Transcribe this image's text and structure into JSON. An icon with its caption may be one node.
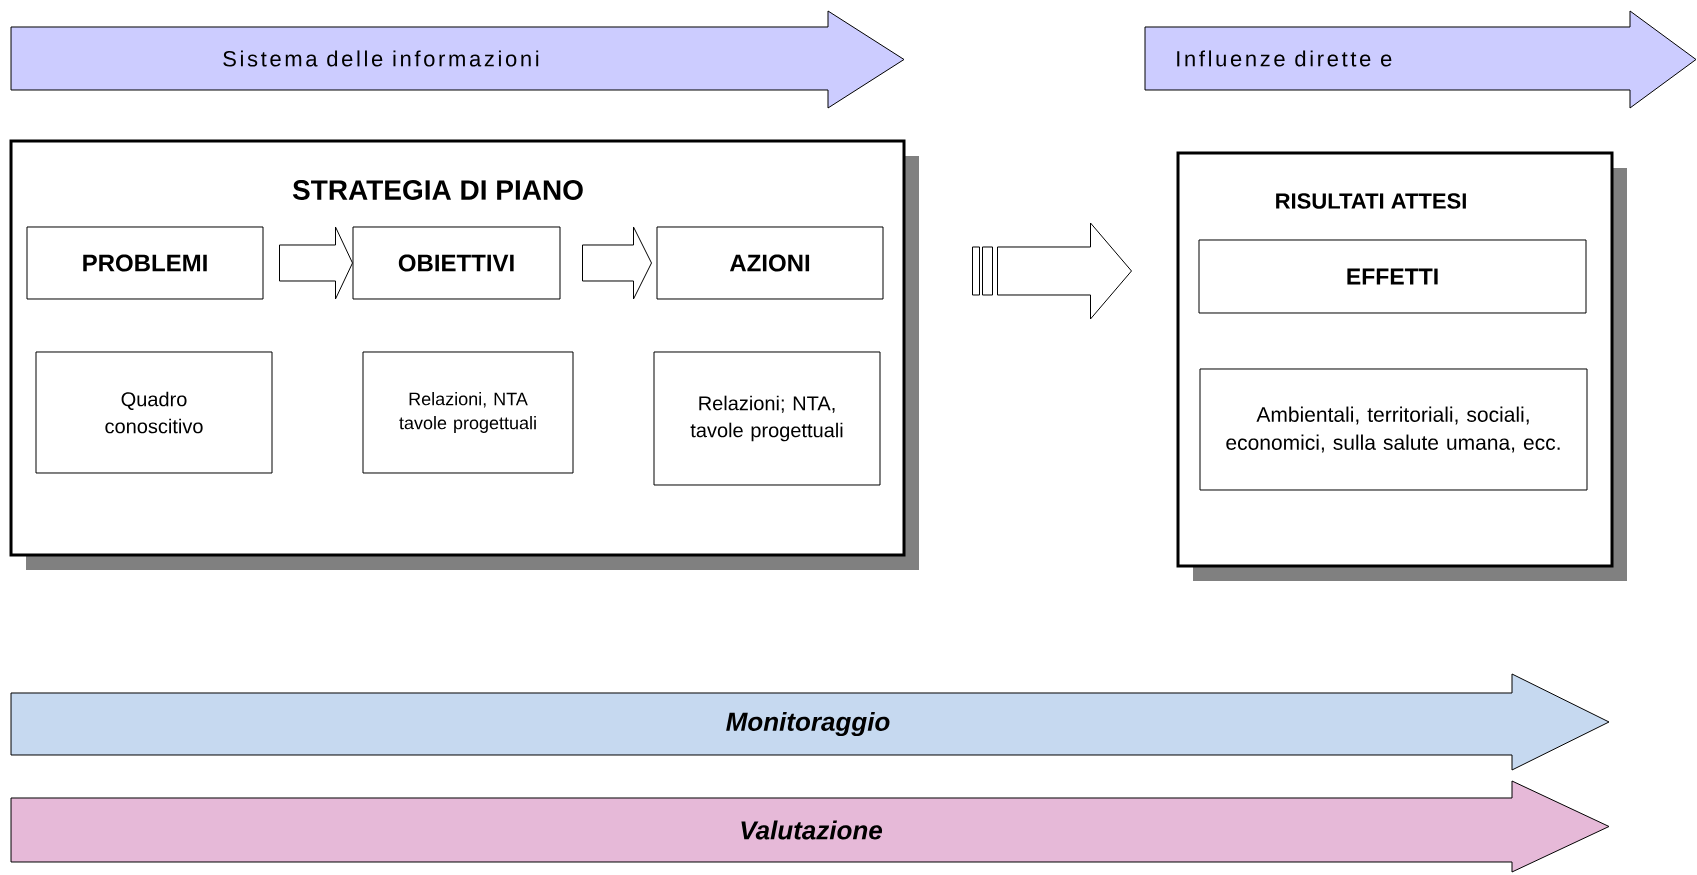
{
  "diagram": {
    "nodes": [
      {
        "text": [
          "Sistema delle informazioni"
        ]
      },
      {
        "text": [
          "Influenze dirette e"
        ]
      },
      {
        "text": [
          "STRATEGIA DI PIANO"
        ]
      },
      {
        "text": [
          "PROBLEMI"
        ],
        "in": 2
      },
      {
        "text": [
          "OBIETTIVI"
        ],
        "in": 2
      },
      {
        "text": [
          "AZIONI"
        ],
        "in": 2
      },
      {
        "text": [
          "Quadro conoscitivo"
        ],
        "in": 2
      },
      {
        "text": [
          "Relazioni, NTA tavole progettuali"
        ],
        "in": 2
      },
      {
        "text": [
          "Relazioni; NTA, tavole progettuali"
        ],
        "in": 2
      },
      {
        "text": [
          "RISULTATI ATTESI"
        ]
      },
      {
        "text": [
          "EFFETTI"
        ],
        "in": 9
      },
      {
        "text": [
          "Ambientali, territoriali, sociali, economici, sulla salute umana, ecc."
        ],
        "in": 9
      },
      {
        "text": [
          "Monitoraggio"
        ]
      },
      {
        "text": [
          "Valutazione"
        ]
      }
    ],
    "edges": [
      {
        "from": 3,
        "to": 4,
        "arrow": "to"
      },
      {
        "from": 4,
        "to": 5,
        "arrow": "to"
      },
      {
        "from": 2,
        "to": 9,
        "arrow": "to"
      }
    ]
  }
}
